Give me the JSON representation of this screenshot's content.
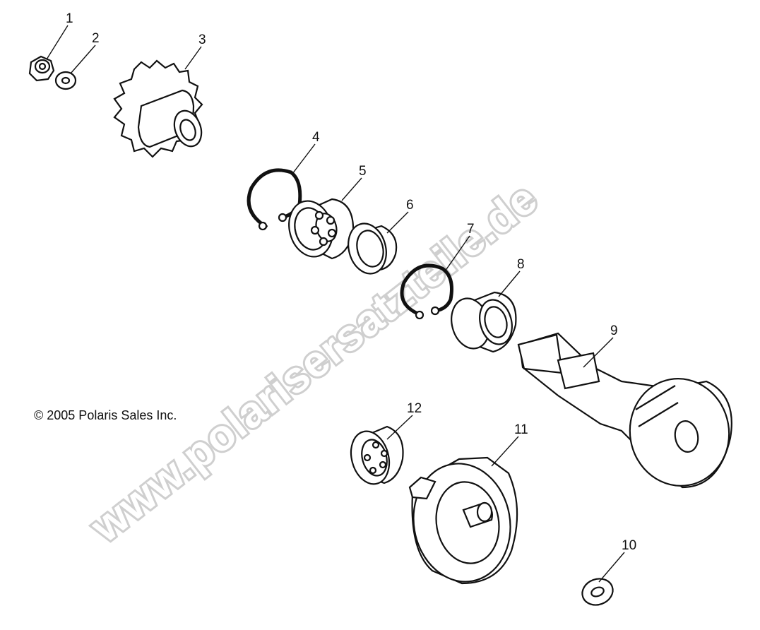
{
  "copyright": "© 2005 Polaris Sales Inc.",
  "watermark": "www.polarisersatzteile.de",
  "callouts": [
    "1",
    "2",
    "3",
    "4",
    "5",
    "6",
    "7",
    "8",
    "9",
    "10",
    "11",
    "12"
  ]
}
